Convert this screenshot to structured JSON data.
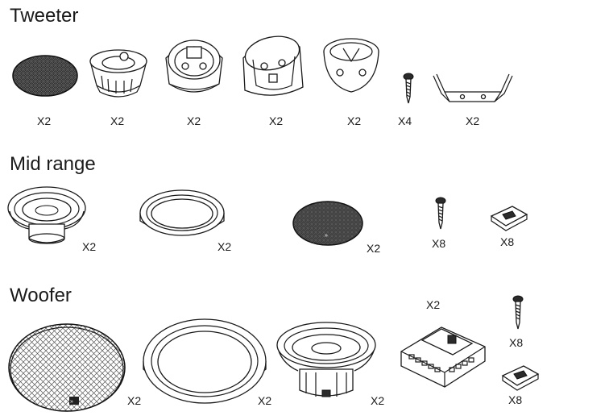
{
  "sections": {
    "tweeter": {
      "title": "Tweeter",
      "items": [
        {
          "qty": "X2",
          "icon": "tweeter-grille-icon"
        },
        {
          "qty": "X2",
          "icon": "tweeter-driver-icon"
        },
        {
          "qty": "X2",
          "icon": "surface-mount-cup-icon"
        },
        {
          "qty": "X2",
          "icon": "angled-mount-cup-icon"
        },
        {
          "qty": "X2",
          "icon": "flush-mount-cup-icon"
        },
        {
          "qty": "X4",
          "icon": "screw-icon"
        },
        {
          "qty": "X2",
          "icon": "mounting-bracket-icon"
        }
      ]
    },
    "midrange": {
      "title": "Mid range",
      "items": [
        {
          "qty": "X2",
          "icon": "midrange-driver-icon"
        },
        {
          "qty": "X2",
          "icon": "midrange-trim-ring-icon"
        },
        {
          "qty": "X2",
          "icon": "midrange-grille-icon"
        },
        {
          "qty": "X8",
          "icon": "screw-icon"
        },
        {
          "qty": "X8",
          "icon": "mounting-clip-icon"
        }
      ]
    },
    "woofer": {
      "title": "Woofer",
      "items": [
        {
          "qty": "X2",
          "icon": "woofer-grille-icon"
        },
        {
          "qty": "X2",
          "icon": "woofer-trim-ring-icon"
        },
        {
          "qty": "X2",
          "icon": "woofer-driver-icon"
        },
        {
          "qty": "X2",
          "icon": "crossover-icon"
        },
        {
          "qty": "X8",
          "icon": "screw-icon"
        },
        {
          "qty": "X8",
          "icon": "mounting-clip-icon"
        }
      ]
    }
  }
}
